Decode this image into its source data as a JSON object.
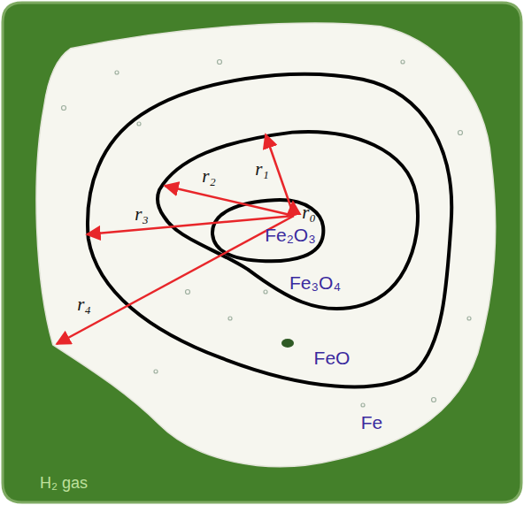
{
  "diagram": {
    "nodes": [
      {
        "text": [
          "H₂ gas"
        ]
      },
      {
        "text": [
          "Fe"
        ],
        "in": 0
      },
      {
        "text": [
          "FeO"
        ],
        "in": 1
      },
      {
        "text": [
          "Fe₃O₄"
        ],
        "in": 2
      },
      {
        "text": [
          "Fe₂O₃"
        ],
        "in": 3
      }
    ],
    "labels": [
      "r₁",
      "r₂",
      "r₀",
      "r₃",
      "r₄"
    ]
  }
}
